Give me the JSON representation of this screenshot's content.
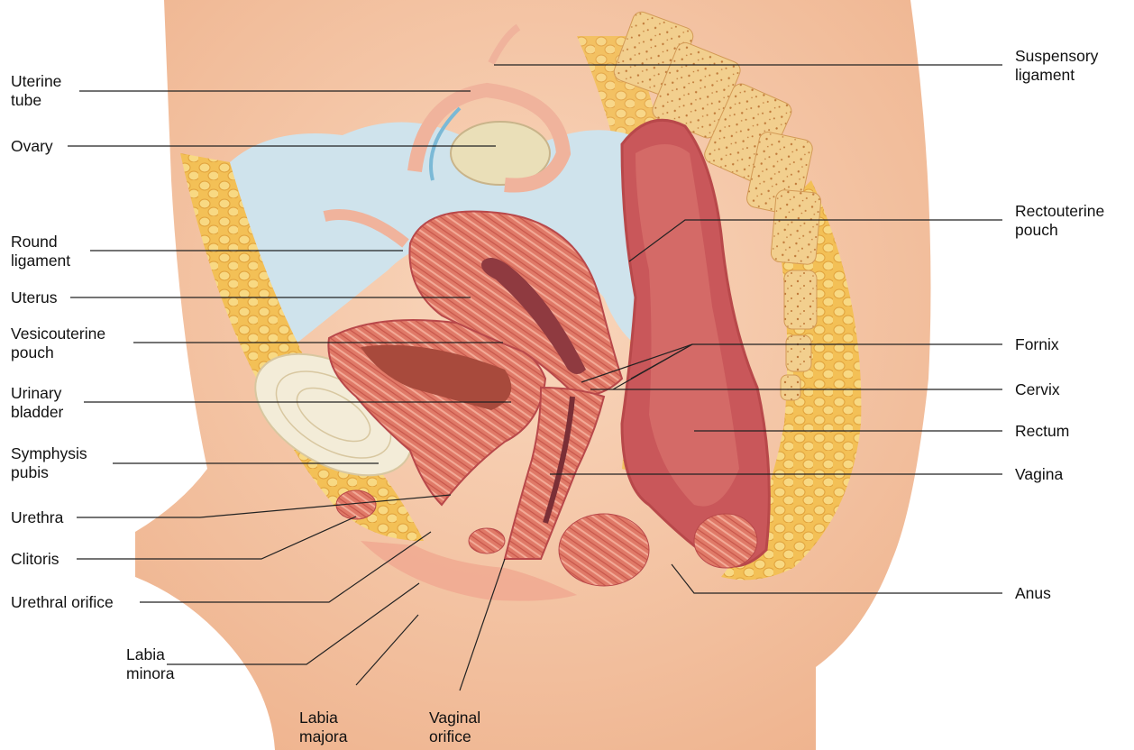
{
  "labels": {
    "uterine_tube": [
      "Uterine",
      "tube"
    ],
    "ovary": "Ovary",
    "round_ligament": [
      "Round",
      "ligament"
    ],
    "uterus": "Uterus",
    "vesicouterine_pouch": [
      "Vesicouterine",
      "pouch"
    ],
    "urinary_bladder": [
      "Urinary",
      "bladder"
    ],
    "symphysis_pubis": [
      "Symphysis",
      "pubis"
    ],
    "urethra": "Urethra",
    "clitoris": "Clitoris",
    "urethral_orifice": "Urethral orifice",
    "labia_minora": [
      "Labia",
      "minora"
    ],
    "labia_majora": [
      "Labia",
      "majora"
    ],
    "vaginal_orifice": [
      "Vaginal",
      "orifice"
    ],
    "suspensory_ligament": [
      "Suspensory",
      "ligament"
    ],
    "rectouterine_pouch": [
      "Rectouterine",
      "pouch"
    ],
    "fornix": "Fornix",
    "cervix": "Cervix",
    "rectum": "Rectum",
    "vagina": "Vagina",
    "anus": "Anus"
  },
  "colors": {
    "skin": "#f6c9a6",
    "fat": "#f4c25a",
    "muscle": "#d9695a",
    "lumen": "#b8484a",
    "peritoneal_space": "#cfe3ec",
    "vertebra": "#f2cf8e",
    "pubis": "#f3ecd8",
    "leader_line": "#222222"
  }
}
